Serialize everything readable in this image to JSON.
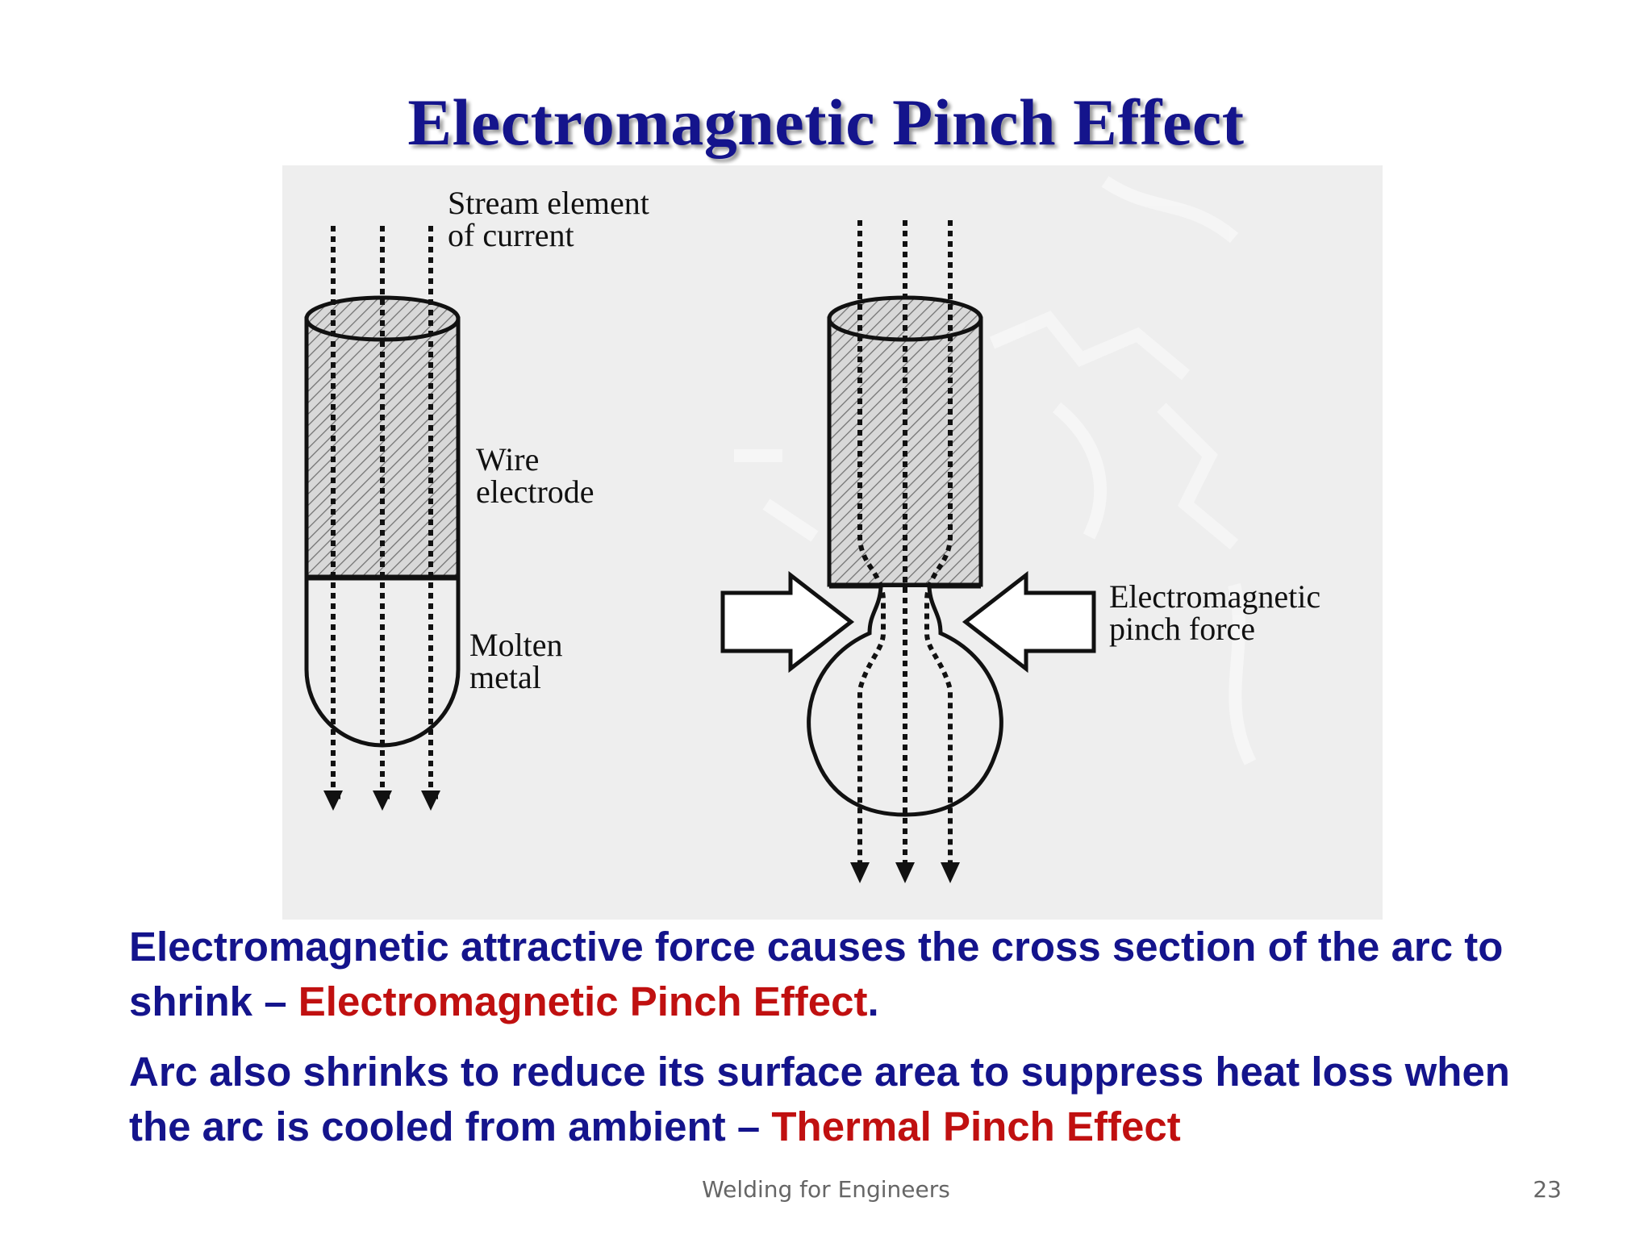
{
  "slide": {
    "title": "Electromagnetic Pinch Effect",
    "figure": {
      "labels": {
        "stream": "Stream element\nof current",
        "wire": "Wire\nelectrode",
        "molten": "Molten\nmetal",
        "pinch": "Electromagnetic\npinch force"
      }
    },
    "body": [
      {
        "text": "Electromagnetic attractive force causes the cross section of the arc to shrink – ",
        "highlight": "Electromagnetic Pinch Effect",
        "tail": "."
      },
      {
        "text": "Arc also shrinks to reduce its surface area to suppress heat loss when the arc is cooled from ambient – ",
        "highlight": "Thermal Pinch Effect",
        "tail": ""
      }
    ],
    "footer": {
      "center": "Welding for Engineers",
      "page": "23"
    },
    "colors": {
      "title": "#14148c",
      "body": "#14148c",
      "highlight": "#c01010"
    }
  }
}
